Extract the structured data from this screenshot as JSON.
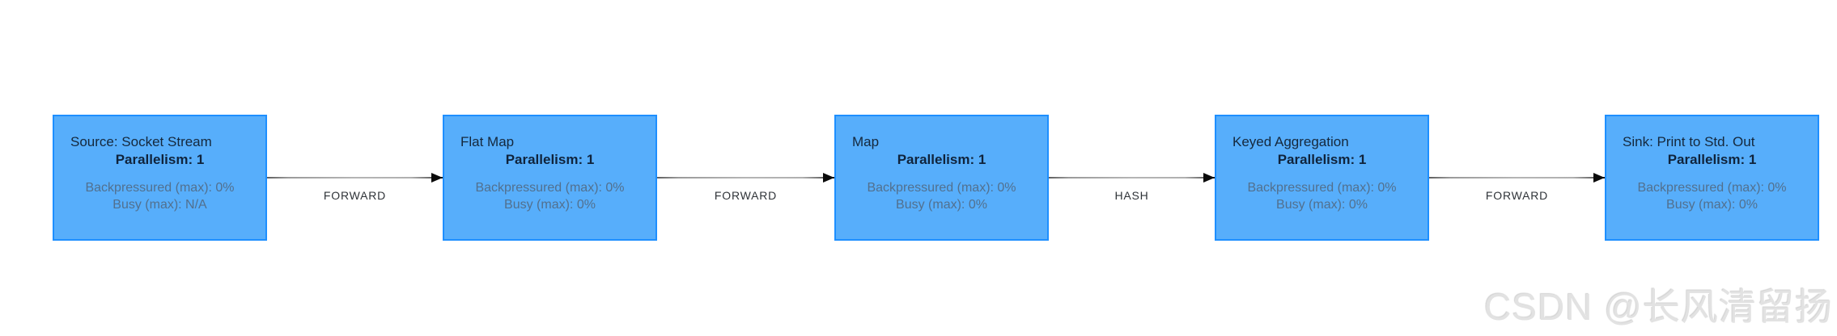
{
  "colors": {
    "background": "#ffffff",
    "node_fill": "#57AEFB",
    "node_border": "#1E8FFF",
    "node_title": "#15283C",
    "node_metric": "#52708E",
    "edge_line": "#9a9a9a",
    "edge_arrow": "#0b0b0b",
    "edge_label": "#2f3338",
    "watermark": "#e2e2e2"
  },
  "graph": {
    "nodes": [
      {
        "name": "Source: Socket Stream",
        "parallelism": "Parallelism: 1",
        "metrics": [
          "Backpressured (max): 0%",
          "Busy (max): N/A"
        ]
      },
      {
        "name": "Flat Map",
        "parallelism": "Parallelism: 1",
        "metrics": [
          "Backpressured (max): 0%",
          "Busy (max): 0%"
        ]
      },
      {
        "name": "Map",
        "parallelism": "Parallelism: 1",
        "metrics": [
          "Backpressured (max): 0%",
          "Busy (max): 0%"
        ]
      },
      {
        "name": "Keyed Aggregation",
        "parallelism": "Parallelism: 1",
        "metrics": [
          "Backpressured (max): 0%",
          "Busy (max): 0%"
        ]
      },
      {
        "name": "Sink: Print to Std. Out",
        "parallelism": "Parallelism: 1",
        "metrics": [
          "Backpressured (max): 0%",
          "Busy (max): 0%"
        ]
      }
    ],
    "edges": [
      {
        "label": "FORWARD"
      },
      {
        "label": "FORWARD"
      },
      {
        "label": "HASH"
      },
      {
        "label": "FORWARD"
      }
    ]
  },
  "watermark": {
    "text": "CSDN @长风清留扬"
  }
}
